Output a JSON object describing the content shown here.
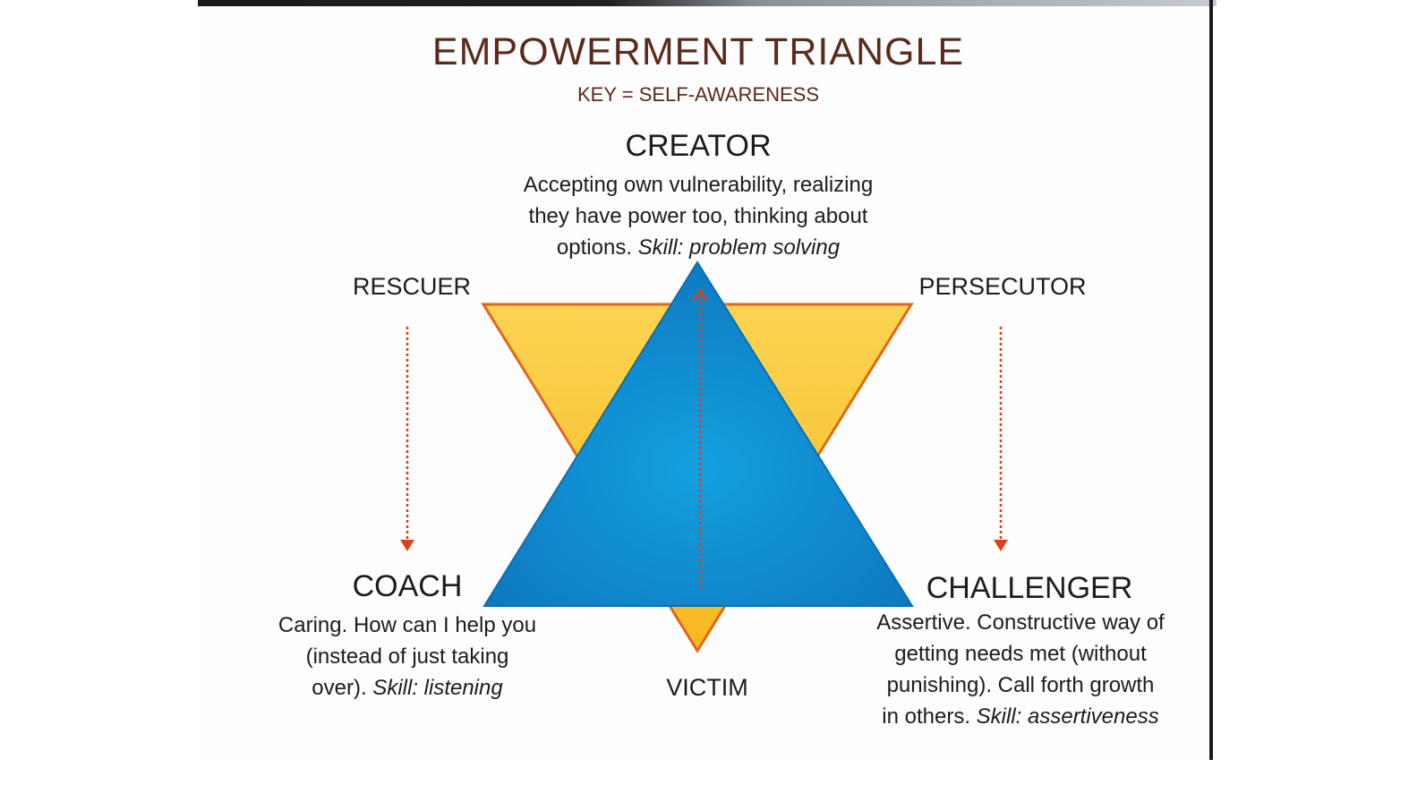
{
  "title": "EMPOWERMENT TRIANGLE",
  "subtitle": "KEY = SELF-AWARENESS",
  "nodes": {
    "creator": {
      "label": "CREATOR",
      "description_lines": [
        "Accepting own vulnerability, realizing",
        "they have power too, thinking about",
        "options."
      ],
      "skill": "Skill: problem solving"
    },
    "rescuer": {
      "label": "RESCUER"
    },
    "persecutor": {
      "label": "PERSECUTOR"
    },
    "victim": {
      "label": "VICTIM"
    },
    "coach": {
      "label": "COACH",
      "description_lines": [
        "Caring. How can I help you",
        "(instead of just taking",
        "over)."
      ],
      "skill": "Skill: listening"
    },
    "challenger": {
      "label": "CHALLENGER",
      "description_lines": [
        "Assertive. Constructive way of",
        "getting needs met (without",
        "punishing). Call forth growth",
        "in others."
      ],
      "skill": "Skill: assertiveness"
    }
  },
  "colors": {
    "title": "#5a2a1a",
    "drama_triangle_fill": "#f7c531",
    "drama_triangle_stroke": "#e0681b",
    "empowerment_triangle_fill": "#1186c9",
    "empowerment_triangle_stroke": "#0a6fb0",
    "arrow": "#d9431a"
  }
}
